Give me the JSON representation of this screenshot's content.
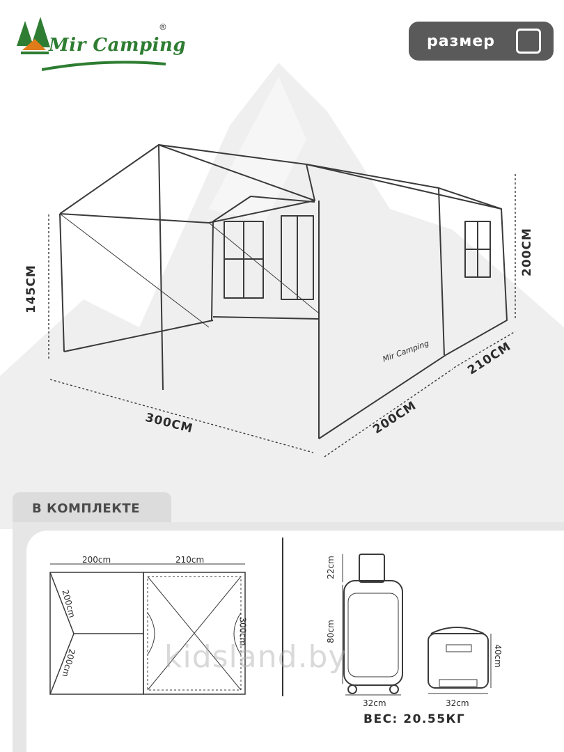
{
  "brand": {
    "logo_text": "Mir Camping",
    "registered": "®"
  },
  "header": {
    "size_button_label": "размер",
    "size_button_icon": "expand-icon"
  },
  "tent": {
    "dim_height_awning": "145CM",
    "dim_height_main": "200CM",
    "dim_width_front": "300CM",
    "dim_length_side": "200CM",
    "dim_depth_side": "210CM",
    "wall_logo": "Mir Camping"
  },
  "package": {
    "section_title": "В КОМПЛЕКТЕ",
    "floor_plan": {
      "top_left": "200cm",
      "top_right": "210cm",
      "left_upper": "200cm",
      "left_lower": "200cm",
      "right": "300cm"
    },
    "bag_large": {
      "height_top": "22cm",
      "height_body": "80cm",
      "width": "32cm"
    },
    "bag_small": {
      "height": "40cm",
      "width": "32cm"
    },
    "weight": "ВЕС: 20.55КГ"
  },
  "watermark": "kidsland.by",
  "colors": {
    "logo_green": "#2e7d32",
    "logo_orange": "#e07b1a",
    "button_gray": "#5a5a5a"
  }
}
